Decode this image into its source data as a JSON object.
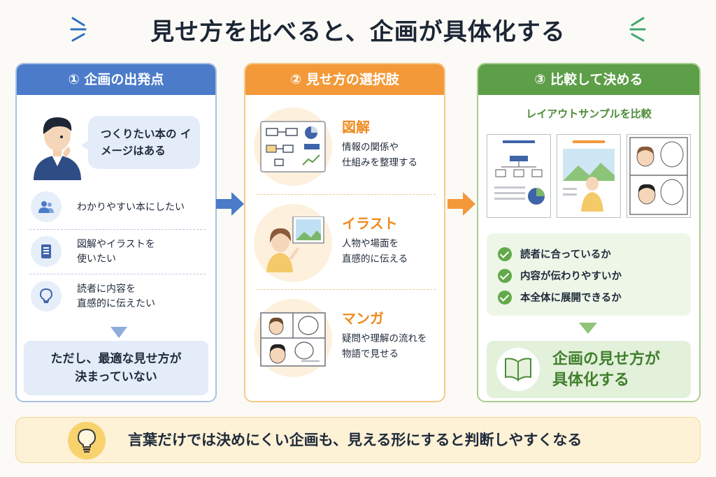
{
  "title": "見せ方を比べると、企画が具体化する",
  "colors": {
    "blue": "#4b7bc9",
    "orange": "#f3993a",
    "green": "#5d9e48"
  },
  "col1": {
    "header": "① 企画の出発点",
    "bubble": "つくりたい本の\nイメージはある",
    "needs": [
      {
        "icon": "users-icon",
        "text": "わかりやすい本にしたい"
      },
      {
        "icon": "book-icon",
        "text": "図解やイラストを\n使いたい"
      },
      {
        "icon": "lightbulb-icon",
        "text": "読者に内容を\n直感的に伝えたい"
      }
    ],
    "problem": "ただし、最適な見せ方が\n決まっていない"
  },
  "col2": {
    "header": "② 見せ方の選択肢",
    "options": [
      {
        "name": "図解",
        "desc": "情報の関係や\n仕組みを整理する"
      },
      {
        "name": "イラスト",
        "desc": "人物や場面を\n直感的に伝える"
      },
      {
        "name": "マンガ",
        "desc": "疑問や理解の流れを\n物語で見せる"
      }
    ]
  },
  "col3": {
    "header": "③ 比較して決める",
    "layout_title": "レイアウトサンプルを比較",
    "checks": [
      "読者に合っているか",
      "内容が伝わりやすいか",
      "本全体に展開できるか"
    ],
    "result": "企画の見せ方が\n具体化する"
  },
  "bottom": {
    "message": "言葉だけでは決めにくい企画も、見える形にすると判断しやすくなる"
  }
}
